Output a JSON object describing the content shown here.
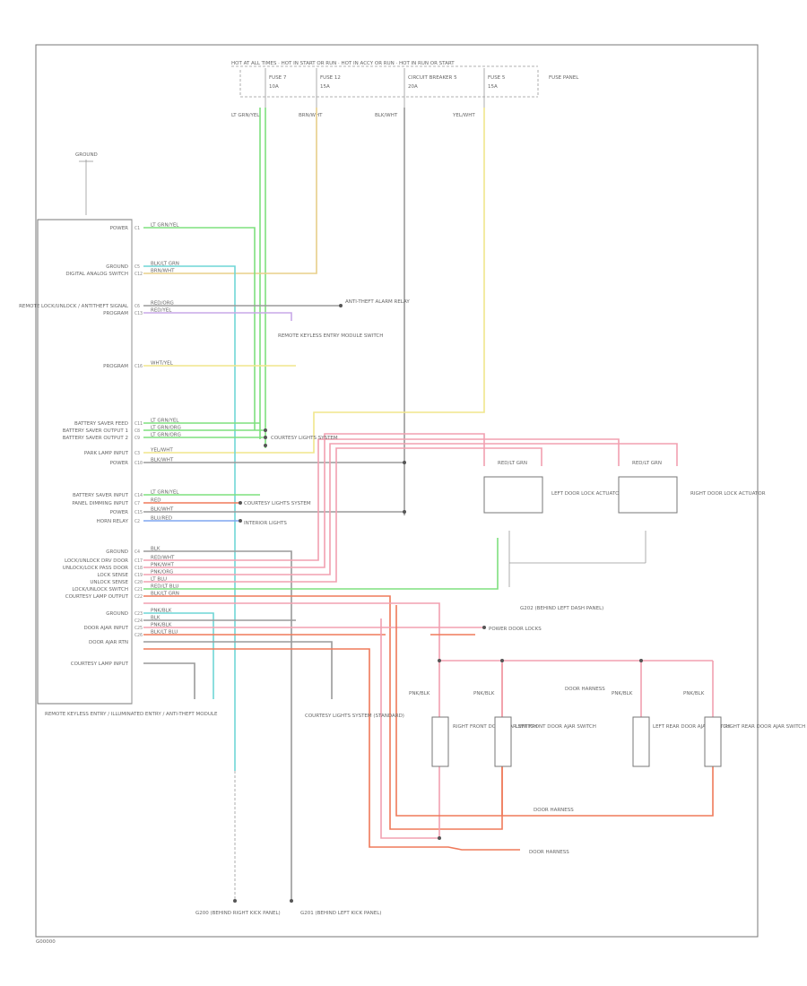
{
  "page": {
    "code": "G00000"
  },
  "colors": {
    "green": "#7ee07e",
    "tan": "#e8cf8a",
    "pink": "#f2a0b0",
    "red": "#ef7a5a",
    "cyan": "#6fd6d6",
    "blue": "#7fa6f0",
    "yellow": "#f0e68c",
    "gray": "#9a9a9a",
    "lav": "#c8a8e8"
  },
  "fuse_panel": {
    "header": "HOT AT ALL TIMES  ·  HOT IN START OR RUN  ·  HOT IN ACCY OR RUN  ·  HOT IN RUN OR START",
    "title": "FUSE PANEL",
    "fuses": [
      {
        "name": "FUSE 7",
        "amp": "10A"
      },
      {
        "name": "FUSE 12",
        "amp": "15A"
      },
      {
        "name": "CIRCUIT BREAKER 5",
        "amp": "20A"
      },
      {
        "name": "FUSE 5",
        "amp": "15A"
      }
    ],
    "drops": [
      "LT GRN/YEL",
      "BRN/WHT",
      "BLK/WHT",
      "YEL/WHT"
    ]
  },
  "ground_top": "GROUND",
  "module": {
    "title": "REMOTE KEYLESS ENTRY / ILLUMINATED ENTRY / ANTI-THEFT MODULE",
    "labels": [
      "POWER",
      "GROUND",
      "DIGITAL ANALOG SWITCH",
      "REMOTE LOCK/UNLOCK / ANTITHEFT SIGNAL",
      "PROGRAM",
      "PROGRAM",
      "BATTERY SAVER FEED",
      "BATTERY SAVER OUTPUT 1",
      "BATTERY SAVER OUTPUT 2",
      "PARK LAMP INPUT",
      "POWER",
      "BATTERY SAVER INPUT",
      "PANEL DIMMING INPUT",
      "POWER",
      "HORN RELAY",
      "GROUND",
      "LOCK/UNLOCK DRV DOOR",
      "UNLOCK/LOCK PASS DOOR",
      "LOCK SENSE",
      "UNLOCK SENSE",
      "LOCK/UNLOCK SWITCH",
      "COURTESY LAMP OUTPUT",
      "GROUND",
      "DOOR AJAR INPUT",
      "DOOR AJAR RTN",
      "COURTESY LAMP INPUT"
    ],
    "wires": [
      "LT GRN/YEL",
      "BLK/LT GRN",
      "BRN/WHT",
      "RED/ORG",
      "RED/YEL",
      "WHT/YEL",
      "LT GRN/YEL",
      "LT GRN/ORG",
      "LT GRN/ORG",
      "YEL/WHT",
      "BLK/WHT",
      "LT GRN/YEL",
      "RED",
      "BLK/WHT",
      "BLU/RED",
      "BLK",
      "RED/WHT",
      "PNK/WHT",
      "PNK/ORG",
      "LT BLU",
      "RED/LT BLU",
      "BLK/LT GRN",
      "PNK/BLK",
      "BLK",
      "PNK/BLK",
      "BLK/LT BLU"
    ],
    "pins": [
      "C1",
      "C5",
      "C12",
      "C6",
      "C13",
      "C16",
      "C11",
      "C8",
      "C9",
      "C3",
      "C10",
      "C14",
      "C7",
      "C15",
      "C2",
      "C4",
      "C17",
      "C18",
      "C19",
      "C20",
      "C21",
      "C22",
      "C23",
      "C24",
      "C25",
      "C26"
    ]
  },
  "callouts": {
    "alarm_relay": "ANTI-THEFT ALARM RELAY",
    "keyless_switch": "REMOTE KEYLESS ENTRY MODULE SWITCH",
    "courtesy_1": "COURTESY LIGHTS SYSTEM",
    "courtesy_2": "COURTESY LIGHTS SYSTEM",
    "interior_lights": "INTERIOR LIGHTS",
    "power_door_locks": "POWER DOOR LOCKS",
    "courtesy_lamp_system": "COURTESY LIGHTS SYSTEM (STANDARD)",
    "g_bottom_left": "G200 (BEHIND RIGHT KICK PANEL)",
    "g_bottom_mid": "G201 (BEHIND LEFT KICK PANEL)",
    "g_mid": "G202 (BEHIND LEFT DASH PANEL)",
    "door_harness_1": "DOOR HARNESS",
    "door_harness_2": "DOOR HARNESS"
  },
  "actuators": {
    "top": [
      {
        "label": "RED/LT GRN",
        "name": "LEFT DOOR LOCK ACTUATOR"
      },
      {
        "label": "RED/LT GRN",
        "name": "RIGHT DOOR LOCK ACTUATOR"
      }
    ],
    "bottom": [
      {
        "label": "PNK/BLK",
        "name": "RIGHT FRONT DOOR AJAR SWITCH"
      },
      {
        "label": "PNK/BLK",
        "name": "LEFT FRONT DOOR AJAR SWITCH"
      },
      {
        "label": "PNK/BLK",
        "name": "LEFT REAR DOOR AJAR SWITCH"
      },
      {
        "label": "PNK/BLK",
        "name": "RIGHT REAR DOOR AJAR SWITCH"
      }
    ],
    "bottom_mid_label": "DOOR HARNESS"
  }
}
